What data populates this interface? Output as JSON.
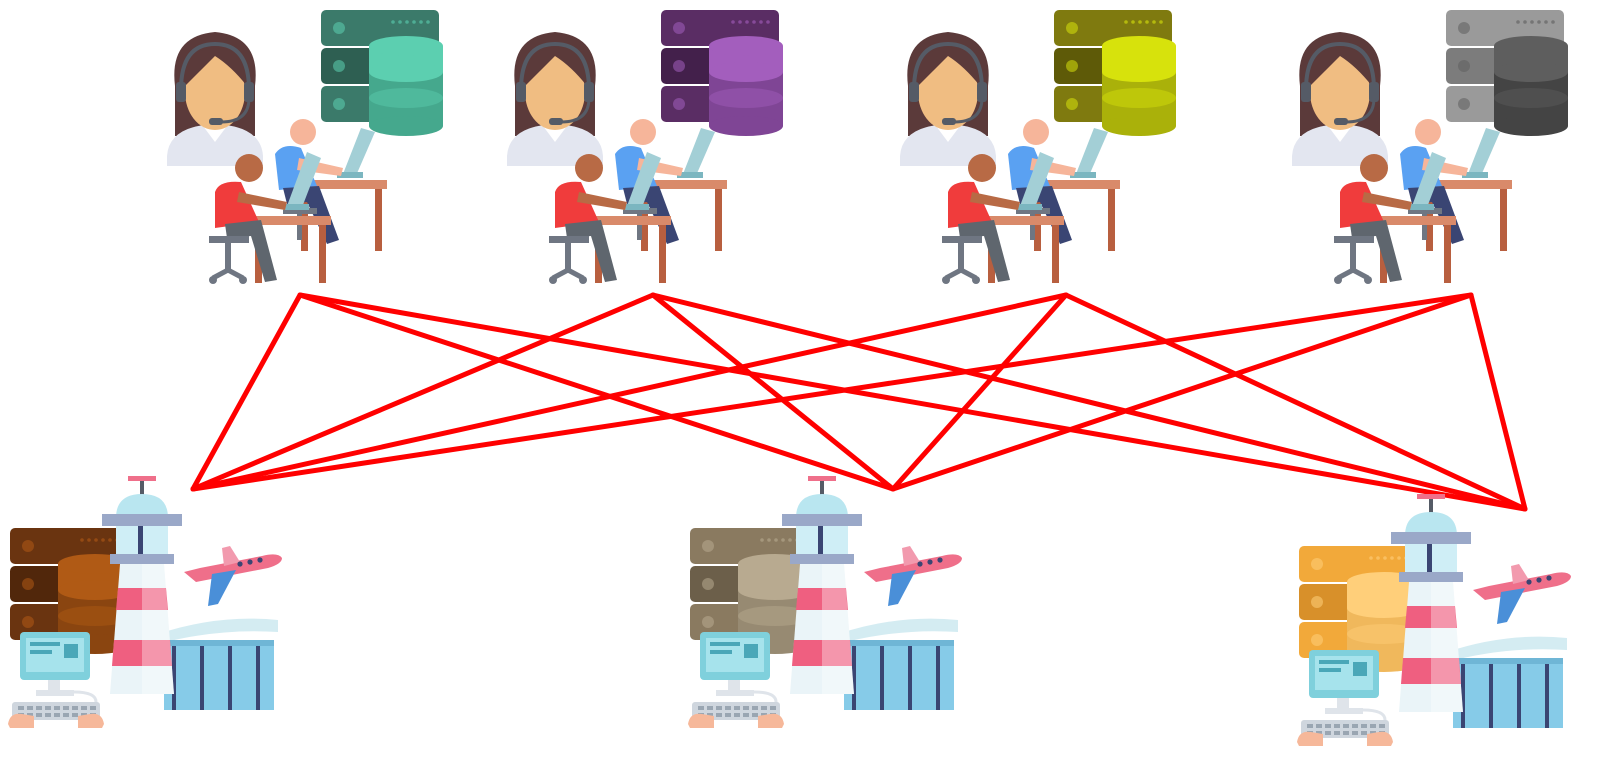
{
  "diagram": {
    "type": "complete-bipartite-network",
    "link_color": "#ff0000",
    "offices": [
      {
        "id": "office-1",
        "icons": [
          "call-center-agent-icon",
          "database-server-icon",
          "office-workers-icon"
        ],
        "db_colors": {
          "rack": "#3b7a6a",
          "rack_dark": "#2e5f52",
          "cyl": "#5ccfb0",
          "cyl_dark": "#45a88d"
        }
      },
      {
        "id": "office-2",
        "icons": [
          "call-center-agent-icon",
          "database-server-icon",
          "office-workers-icon"
        ],
        "db_colors": {
          "rack": "#5a2d64",
          "rack_dark": "#43204b",
          "cyl": "#a35ebd",
          "cyl_dark": "#7f4595"
        }
      },
      {
        "id": "office-3",
        "icons": [
          "call-center-agent-icon",
          "database-server-icon",
          "office-workers-icon"
        ],
        "db_colors": {
          "rack": "#7f7a0f",
          "rack_dark": "#5e5a08",
          "cyl": "#d7e20c",
          "cyl_dark": "#aab10a"
        }
      },
      {
        "id": "office-4",
        "icons": [
          "call-center-agent-icon",
          "database-server-icon",
          "office-workers-icon"
        ],
        "db_colors": {
          "rack": "#9a9a9a",
          "rack_dark": "#7c7c7c",
          "cyl": "#5e5e5e",
          "cyl_dark": "#444444"
        }
      }
    ],
    "airports": [
      {
        "id": "airport-1",
        "icons": [
          "database-server-icon",
          "control-tower-icon",
          "airplane-icon",
          "terminal-building-icon",
          "computer-terminal-icon"
        ],
        "db_colors": {
          "rack": "#6a3410",
          "rack_dark": "#51270b",
          "cyl": "#b05a15",
          "cyl_dark": "#8a4510"
        }
      },
      {
        "id": "airport-2",
        "icons": [
          "database-server-icon",
          "control-tower-icon",
          "airplane-icon",
          "terminal-building-icon",
          "computer-terminal-icon"
        ],
        "db_colors": {
          "rack": "#8a7a60",
          "rack_dark": "#6c5f4a",
          "cyl": "#b8aa90",
          "cyl_dark": "#978a72"
        }
      },
      {
        "id": "airport-3",
        "icons": [
          "database-server-icon",
          "control-tower-icon",
          "airplane-icon",
          "terminal-building-icon",
          "computer-terminal-icon"
        ],
        "db_colors": {
          "rack": "#f2a93a",
          "rack_dark": "#d8902a",
          "cyl": "#ffcf7a",
          "cyl_dark": "#f0b85c"
        }
      }
    ],
    "links": [
      [
        "office-1",
        "airport-1"
      ],
      [
        "office-1",
        "airport-2"
      ],
      [
        "office-1",
        "airport-3"
      ],
      [
        "office-2",
        "airport-1"
      ],
      [
        "office-2",
        "airport-2"
      ],
      [
        "office-2",
        "airport-3"
      ],
      [
        "office-3",
        "airport-1"
      ],
      [
        "office-3",
        "airport-2"
      ],
      [
        "office-3",
        "airport-3"
      ],
      [
        "office-4",
        "airport-1"
      ],
      [
        "office-4",
        "airport-2"
      ],
      [
        "office-4",
        "airport-3"
      ]
    ]
  }
}
